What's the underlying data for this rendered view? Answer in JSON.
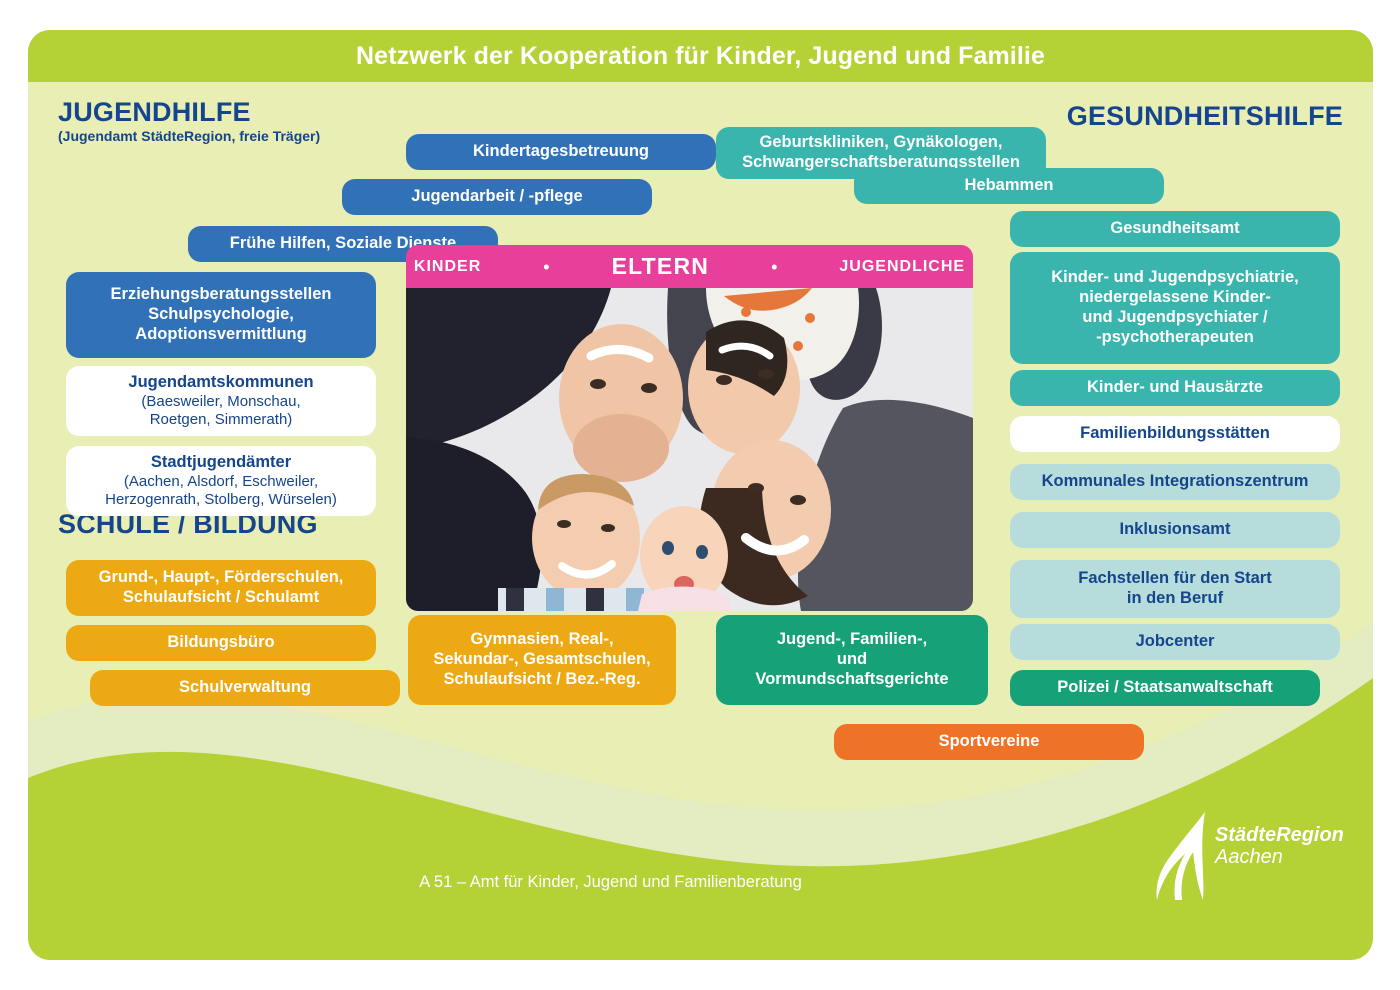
{
  "poster": {
    "title": "Netzwerk der Kooperation für Kinder, Jugend und Familie",
    "footer_note": "A 51 – Amt für Kinder, Jugend und Familienberatung",
    "logo": {
      "line1": "StädteRegion",
      "line2": "Aachen"
    },
    "colors": {
      "background": "#e9eeb4",
      "header_green": "#b4d136",
      "wave_green": "#b4d136",
      "wave_cream": "#e4edc2",
      "blue": "#3171b8",
      "white": "#ffffff",
      "amber": "#eca913",
      "teal": "#3ab5ad",
      "light_teal": "#b6dcdb",
      "dark_green": "#16a179",
      "orange": "#ef7326",
      "pink": "#e8409a",
      "heading_blue": "#14458d"
    }
  },
  "headings": {
    "jugendhilfe": {
      "main": "JUGENDHILFE",
      "sub": "(Jugendamt StädteRegion, freie Träger)"
    },
    "schule": {
      "main": "SCHULE / BILDUNG",
      "sub": ""
    },
    "gesundheitshilfe": {
      "main": "GESUNDHEITSHILFE",
      "sub": ""
    }
  },
  "photo": {
    "banner": {
      "left_label": "KINDER",
      "center_label": "ELTERN",
      "right_label": "JUGENDLICHE",
      "separator": "•"
    },
    "alt": "Familie mit Vater, Mutter, Jugendlicher, Kleinkind und Baby liegen im Kreis auf dem Boden"
  },
  "pills": {
    "jugendhilfe": [
      {
        "id": "kindertagesbetreuung",
        "color": "blue",
        "lines": [
          "Kindertagesbetreuung"
        ]
      },
      {
        "id": "jugendarbeit-pflege",
        "color": "blue",
        "lines": [
          "Jugendarbeit / -pflege"
        ]
      },
      {
        "id": "fruehe-hilfen",
        "color": "blue",
        "lines": [
          "Frühe Hilfen, Soziale Dienste"
        ]
      },
      {
        "id": "erziehungsberatungsstellen",
        "color": "blue",
        "lines": [
          "Erziehungsberatungsstellen",
          "Schulpsychologie,",
          "Adoptionsvermittlung"
        ]
      },
      {
        "id": "jugendamtskommunen",
        "color": "white",
        "lines": [
          "Jugendamtskommunen"
        ],
        "sublines": [
          "(Baesweiler, Monschau,",
          "Roetgen, Simmerath)"
        ]
      },
      {
        "id": "stadtjugendaemter",
        "color": "white",
        "lines": [
          "Stadtjugendämter"
        ],
        "sublines": [
          "(Aachen, Alsdorf, Eschweiler,",
          "Herzogenrath, Stolberg, Würselen)"
        ]
      }
    ],
    "schule": [
      {
        "id": "grundschulen",
        "color": "amber",
        "lines": [
          "Grund-, Haupt-, Förderschulen,",
          "Schulaufsicht / Schulamt"
        ]
      },
      {
        "id": "bildungsbuero",
        "color": "amber",
        "lines": [
          "Bildungsbüro"
        ]
      },
      {
        "id": "schulverwaltung",
        "color": "amber",
        "lines": [
          "Schulverwaltung"
        ]
      },
      {
        "id": "gymnasien",
        "color": "amber",
        "lines": [
          "Gymnasien, Real-,",
          "Sekundar-, Gesamtschulen,",
          "Schulaufsicht / Bez.-Reg."
        ]
      }
    ],
    "gesundheitshilfe": [
      {
        "id": "geburtskliniken",
        "color": "teal",
        "lines": [
          "Geburtskliniken, Gynäkologen,",
          "Schwangerschaftsberatungsstellen"
        ]
      },
      {
        "id": "hebammen",
        "color": "teal",
        "lines": [
          "Hebammen"
        ]
      },
      {
        "id": "gesundheitsamt",
        "color": "teal",
        "lines": [
          "Gesundheitsamt"
        ]
      },
      {
        "id": "kinder-jugendpsychiatrie",
        "color": "teal",
        "lines": [
          "Kinder- und Jugendpsychiatrie,",
          "niedergelassene Kinder-",
          "und Jugendpsychiater /",
          "-psychotherapeuten"
        ]
      },
      {
        "id": "kinder-hausaerzte",
        "color": "teal",
        "lines": [
          "Kinder- und Hausärzte"
        ]
      },
      {
        "id": "familienbildungsstaetten",
        "color": "white",
        "lines": [
          "Familienbildungsstätten"
        ]
      },
      {
        "id": "kommunales-integrationszentrum",
        "color": "light_teal",
        "lines": [
          "Kommunales Integrationszentrum"
        ]
      },
      {
        "id": "inklusionsamt",
        "color": "light_teal",
        "lines": [
          "Inklusionsamt"
        ]
      },
      {
        "id": "fachstellen-beruf",
        "color": "light_teal",
        "lines": [
          "Fachstellen für den Start",
          "in den Beruf"
        ]
      },
      {
        "id": "jobcenter",
        "color": "light_teal",
        "lines": [
          "Jobcenter"
        ]
      },
      {
        "id": "polizei-staatsanwaltschaft",
        "color": "dark_green",
        "lines": [
          "Polizei / Staatsanwaltschaft"
        ]
      }
    ],
    "other": [
      {
        "id": "vormundschaftsgerichte",
        "color": "dark_green",
        "lines": [
          "Jugend-, Familien-,",
          "und",
          "Vormundschaftsgerichte"
        ]
      },
      {
        "id": "sportvereine",
        "color": "orange",
        "lines": [
          "Sportvereine"
        ]
      }
    ]
  }
}
